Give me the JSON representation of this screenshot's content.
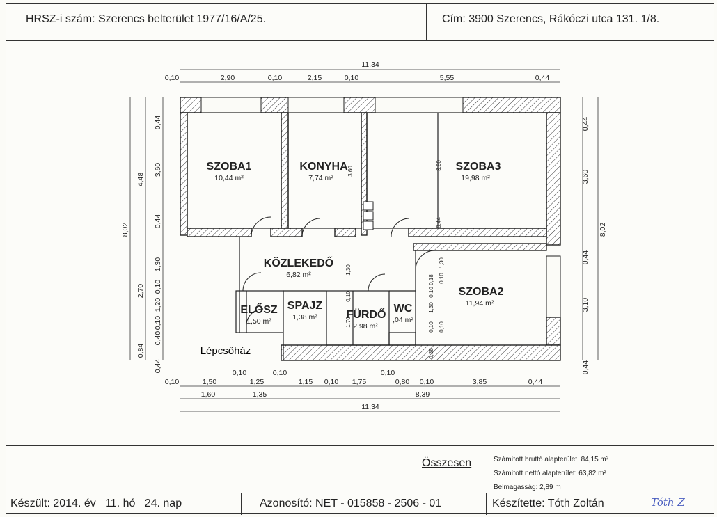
{
  "header": {
    "hrsz": "HRSZ-i szám: Szerencs belterület 1977/16/A/25.",
    "cim": "Cím: 3900 Szerencs, Rákóczi utca 131. 1/8."
  },
  "rooms": [
    {
      "name": "SZOBA1",
      "area": "10,44 m²"
    },
    {
      "name": "KONYHA",
      "area": "7,74 m²"
    },
    {
      "name": "SZOBA3",
      "area": "19,98 m²"
    },
    {
      "name": "KÖZLEKEDŐ",
      "area": "6,82 m²"
    },
    {
      "name": "SZOBA2",
      "area": "11,94 m²"
    },
    {
      "name": "ELŐSZ",
      "area": "1,50 m²"
    },
    {
      "name": "SPAJZ",
      "area": "1,38 m²"
    },
    {
      "name": "FÜRDŐ",
      "area": "2,98 m²"
    },
    {
      "name": "WC",
      "area": ",04 m²"
    }
  ],
  "stair_label": "Lépcsőház",
  "dimensions": {
    "top_total": "11,34",
    "top": [
      "0,10",
      "2,90",
      "0,10",
      "2,15",
      "0,10",
      "5,55",
      "0,44"
    ],
    "bottom1": [
      "0,10",
      "1,50",
      "0,10",
      "1,25",
      "0,10",
      "1,15",
      "0,10",
      "1,75",
      "0,10",
      "0,80",
      "0,10",
      "3,85",
      "0,44"
    ],
    "bottom2": [
      "1,60",
      "1,35",
      "8,39"
    ],
    "bottom_total": "11,34",
    "left_outer": [
      "4,48",
      "2,70",
      "0,84"
    ],
    "left_total": "8,02",
    "left_inner": [
      "0,44",
      "3,60",
      "0,44",
      "1,30",
      "0,10",
      "1,20",
      "0,10",
      "0,40",
      "0,44"
    ],
    "right_inner": [
      "0,44",
      "3,60",
      "0,44",
      "3,10",
      "0,44"
    ],
    "right_total": "8,02",
    "interior": [
      "3,60",
      "3,60",
      "0,44",
      "1,30",
      "0,10",
      "1,70",
      "1,30",
      "0,10",
      "0,18",
      "0,10",
      "1,30",
      "0,10",
      "0,38",
      "0,10"
    ]
  },
  "summary": {
    "title": "Összesen",
    "brutto": "Számított bruttó alapterület: 84,15 m²",
    "netto": "Számított nettó alapterület: 63,82 m²",
    "belmag": "Belmagasság: 2,89 m"
  },
  "footer": {
    "keszult": "Készült: 2014. év   11. hó   24. nap",
    "azonosito": "Azonosító: NET - 015858 - 2506 - 01",
    "keszitette": "Készítette: Tóth Zoltán",
    "signature": "Tóth Z"
  }
}
